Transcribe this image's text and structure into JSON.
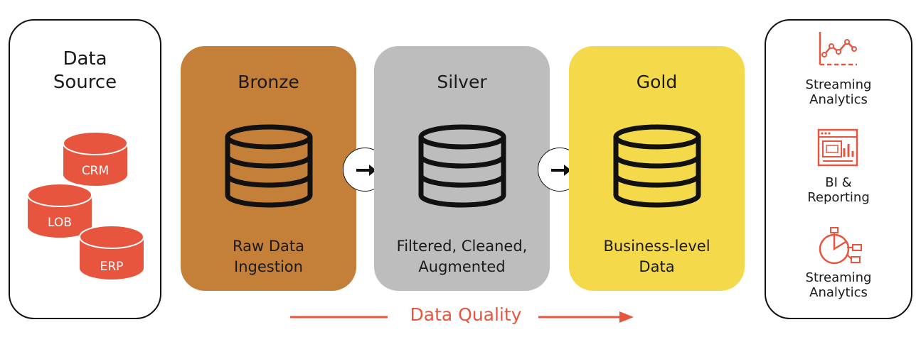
{
  "source": {
    "title": "Data\nSource",
    "items": [
      {
        "label": "CRM"
      },
      {
        "label": "LOB"
      },
      {
        "label": "ERP"
      }
    ]
  },
  "stages": [
    {
      "title": "Bronze",
      "description": "Raw Data\nIngestion",
      "color": "#c47f38"
    },
    {
      "title": "Silver",
      "description": "Filtered, Cleaned,\nAugmented",
      "color": "#bdbdbd"
    },
    {
      "title": "Gold",
      "description": "Business-level\nData",
      "color": "#f4d94a"
    }
  ],
  "outputs": [
    {
      "label": "Streaming\nAnalytics",
      "icon": "line-chart-icon"
    },
    {
      "label": "BI &\nReporting",
      "icon": "dashboard-report-icon"
    },
    {
      "label": "Streaming\nAnalytics",
      "icon": "pie-chart-network-icon"
    }
  ],
  "quality": {
    "label": "Data Quality"
  },
  "colors": {
    "accent": "#e8553f",
    "outline": "#111111"
  }
}
